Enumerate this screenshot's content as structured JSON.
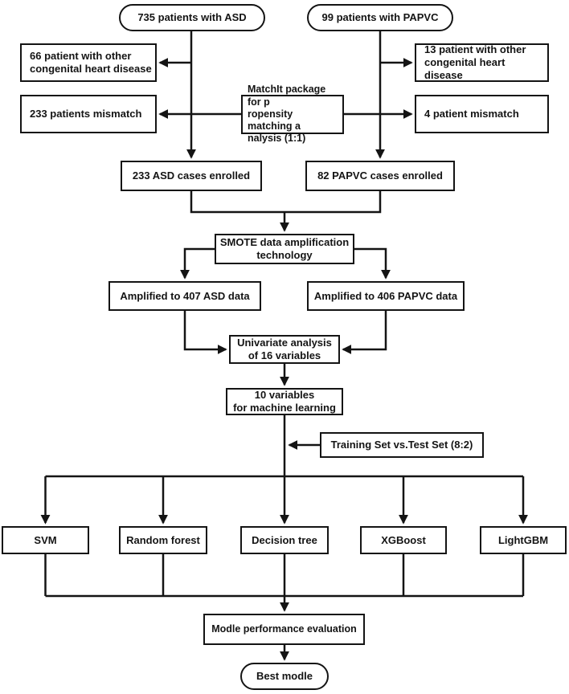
{
  "figure": {
    "background_color": "#ffffff",
    "line_color": "#141414",
    "description": "Patient enrollment and machine-learning workflow flowchart"
  },
  "nodes": {
    "asd_patients": {
      "label": "735 patients with ASD"
    },
    "papvc_patients": {
      "label": "99 patients with PAPVC"
    },
    "asd_other_chd": {
      "label": "66 patient with other\ncongenital heart disease"
    },
    "asd_mismatch": {
      "label": "233 patients mismatch"
    },
    "matchit": {
      "label": "MatchIt package for p\nropensity matching a\nnalysis (1:1)"
    },
    "papvc_other_chd": {
      "label": "13 patient with other\ncongenital heart disease"
    },
    "papvc_mismatch": {
      "label": "4 patient mismatch"
    },
    "asd_enrolled": {
      "label": "233 ASD cases enrolled"
    },
    "papvc_enrolled": {
      "label": "82 PAPVC cases enrolled"
    },
    "smote": {
      "label": "SMOTE data amplification\ntechnology"
    },
    "asd_amplified": {
      "label": "Amplified to 407 ASD data"
    },
    "papvc_amplified": {
      "label": "Amplified to 406 PAPVC data"
    },
    "univariate": {
      "label": "Univariate analysis\nof 16 variables"
    },
    "ten_variables": {
      "label": "10 variables\nfor machine learning"
    },
    "training_test": {
      "label": "Training Set vs.Test Set  (8:2)"
    },
    "svm": {
      "label": "SVM"
    },
    "random_forest": {
      "label": "Random forest"
    },
    "decision_tree": {
      "label": "Decision tree"
    },
    "xgboost": {
      "label": "XGBoost"
    },
    "lightgbm": {
      "label": "LightGBM"
    },
    "model_evaluation": {
      "label": "Modle performance evaluation"
    },
    "best_model": {
      "label": "Best modle"
    }
  }
}
